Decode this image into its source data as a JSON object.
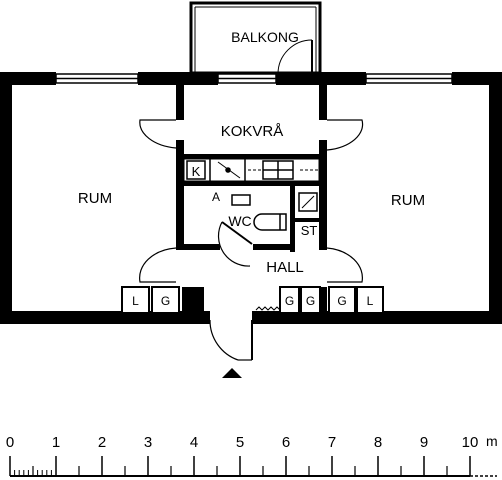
{
  "rooms": {
    "balcony": "BALKONG",
    "kitchen": "KOKVRÅ",
    "left_room": "RUM",
    "right_room": "RUM",
    "wc": "WC",
    "hall": "HALL",
    "storage": "ST",
    "stove": "K",
    "wc_marker": "A"
  },
  "closets": {
    "left": [
      "L",
      "G"
    ],
    "right": [
      "G",
      "G",
      "G",
      "L"
    ]
  },
  "scale": {
    "ticks": [
      "0",
      "1",
      "2",
      "3",
      "4",
      "5",
      "6",
      "7",
      "8",
      "9",
      "10"
    ],
    "unit": "m"
  },
  "entrance_icon": "triangle-up-icon"
}
